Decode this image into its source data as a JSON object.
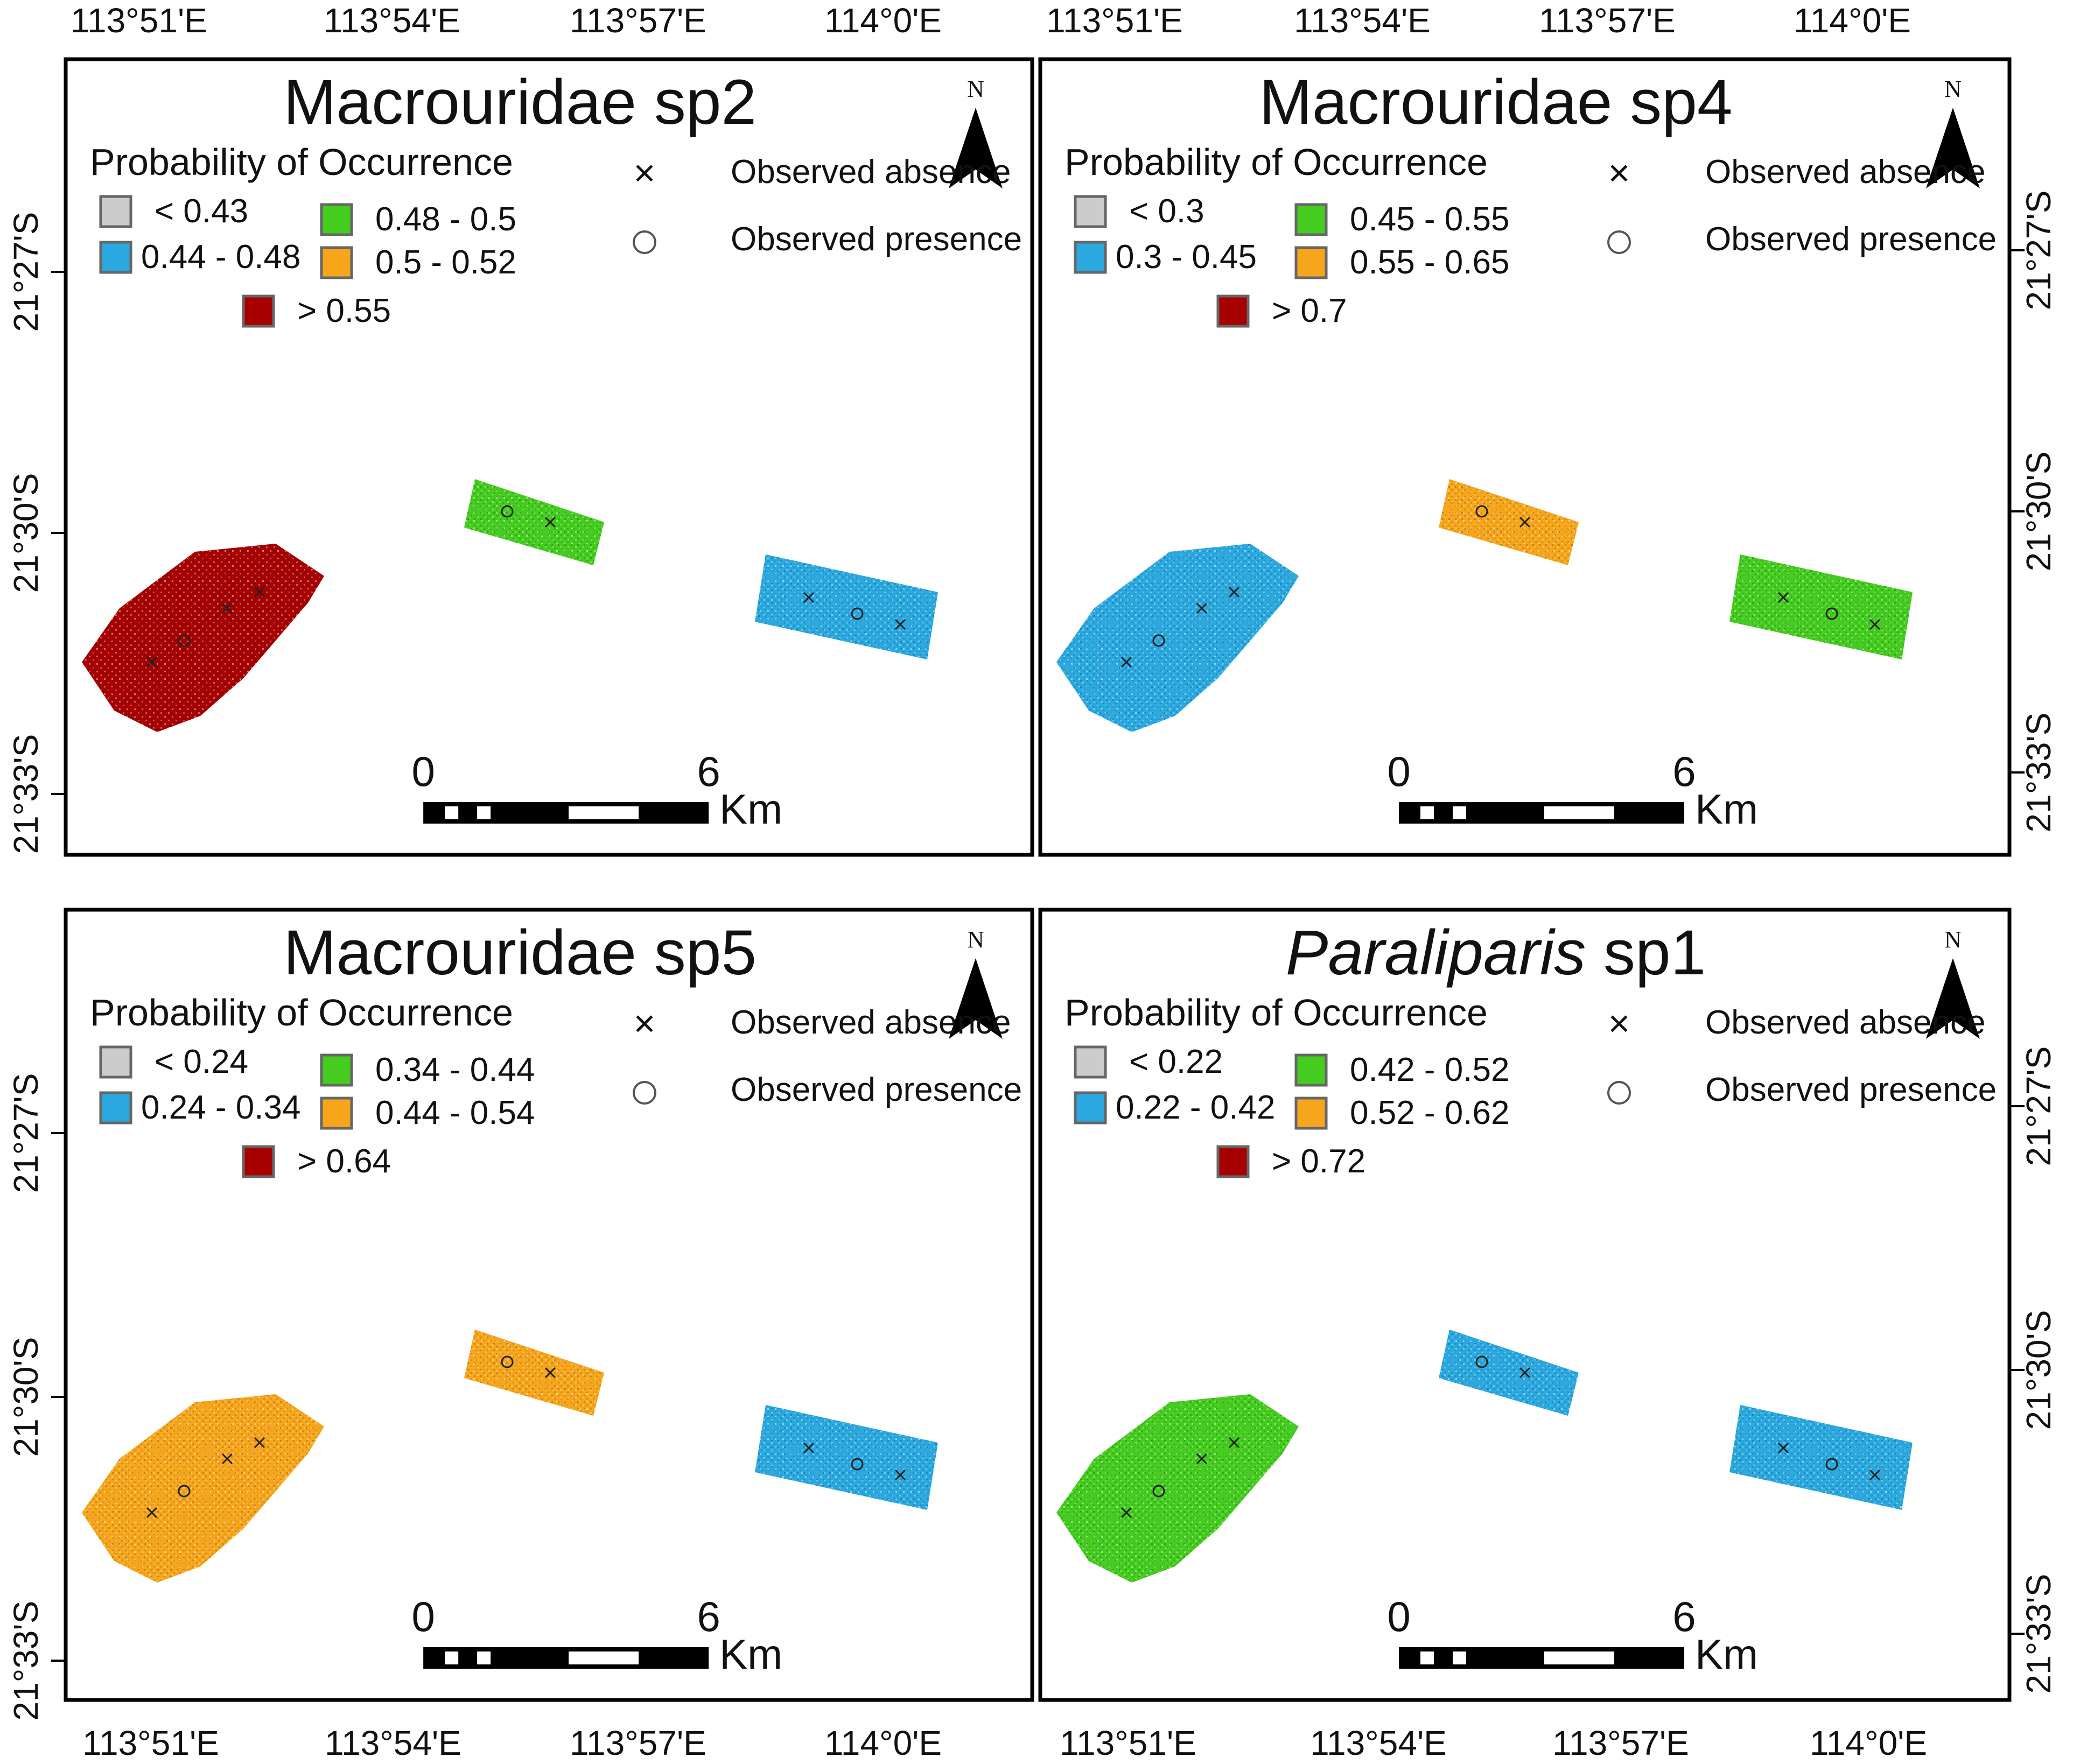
{
  "colors": {
    "very_low": "#cccccc",
    "low": "#2aa9e0",
    "mid": "#44cc1e",
    "high": "#f7a51a",
    "very_high": "#a80000",
    "frame": "#000000"
  },
  "coordinates": {
    "top_lon": [
      "113°51'E",
      "113°54'E",
      "113°57'E",
      "114°0'E"
    ],
    "bottom_lon": [
      "113°51'E",
      "113°54'E",
      "113°57'E",
      "114°0'E"
    ],
    "left_lat": [
      "21°27'S",
      "21°30'S",
      "21°33'S"
    ],
    "right_lat": [
      "21°27'S",
      "21°30'S",
      "21°33'S"
    ]
  },
  "common": {
    "legend_title": "Probability of Occurrence",
    "absence_label": "Observed absence",
    "presence_label": "Observed presence",
    "absence_symbol": "×",
    "presence_symbol": "○",
    "north_label": "N",
    "scale_start": "0",
    "scale_end": "6",
    "scale_unit": "Km"
  },
  "panels": [
    {
      "title_main": "Macrouridae",
      "title_suffix": " sp2",
      "italic": false,
      "classes": [
        "< 0.43",
        "0.44 - 0.48",
        "0.48 - 0.5",
        "0.5 - 0.52",
        "> 0.55"
      ],
      "area_colors": [
        "very_high",
        "mid",
        "low"
      ]
    },
    {
      "title_main": "Macrouridae",
      "title_suffix": " sp4",
      "italic": false,
      "classes": [
        "< 0.3",
        "0.3 - 0.45",
        "0.45 - 0.55",
        "0.55 - 0.65",
        "> 0.7"
      ],
      "area_colors": [
        "low",
        "high",
        "mid"
      ]
    },
    {
      "title_main": "Macrouridae",
      "title_suffix": " sp5",
      "italic": false,
      "classes": [
        "< 0.24",
        "0.24 - 0.34",
        "0.34 - 0.44",
        "0.44 - 0.54",
        "> 0.64"
      ],
      "area_colors": [
        "high",
        "high",
        "low"
      ]
    },
    {
      "title_main": "Paraliparis",
      "title_suffix": " sp1",
      "italic": true,
      "classes": [
        "< 0.22",
        "0.22 - 0.42",
        "0.42 - 0.52",
        "0.52 - 0.62",
        "> 0.72"
      ],
      "area_colors": [
        "mid",
        "low",
        "low"
      ]
    }
  ]
}
